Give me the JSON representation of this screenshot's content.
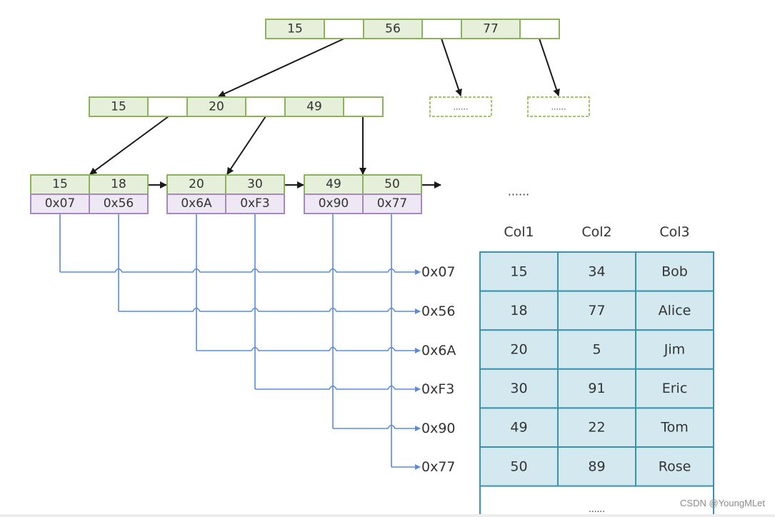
{
  "colors": {
    "key_fill": "#e6efd9",
    "key_border": "#8db35a",
    "ptr_fill": "#ffffff",
    "addr_fill": "#ede8f3",
    "addr_border": "#a787c4",
    "arrow": "#1a1a1a",
    "link": "#5b8bd6",
    "table_fill": "#d3e9ef",
    "table_border": "#3a93ad",
    "text": "#333333",
    "dashed_border": "#a7c46c"
  },
  "root": {
    "keys": [
      "15",
      "56",
      "77"
    ]
  },
  "internal": {
    "keys": [
      "15",
      "20",
      "49"
    ]
  },
  "placeholders": [
    "......",
    "......"
  ],
  "leaves": [
    {
      "keys": [
        "15",
        "18"
      ],
      "addrs": [
        "0x07",
        "0x56"
      ]
    },
    {
      "keys": [
        "20",
        "30"
      ],
      "addrs": [
        "0x6A",
        "0xF3"
      ]
    },
    {
      "keys": [
        "49",
        "50"
      ],
      "addrs": [
        "0x90",
        "0x77"
      ]
    }
  ],
  "leaf_ellipsis": "......",
  "address_labels": [
    "0x07",
    "0x56",
    "0x6A",
    "0xF3",
    "0x90",
    "0x77"
  ],
  "table": {
    "headers": [
      "Col1",
      "Col2",
      "Col3"
    ],
    "rows": [
      [
        "15",
        "34",
        "Bob"
      ],
      [
        "18",
        "77",
        "Alice"
      ],
      [
        "20",
        "5",
        "Jim"
      ],
      [
        "30",
        "91",
        "Eric"
      ],
      [
        "49",
        "22",
        "Tom"
      ],
      [
        "50",
        "89",
        "Rose"
      ]
    ],
    "ellipsis": "......"
  },
  "watermark": "CSDN @YoungMLet"
}
